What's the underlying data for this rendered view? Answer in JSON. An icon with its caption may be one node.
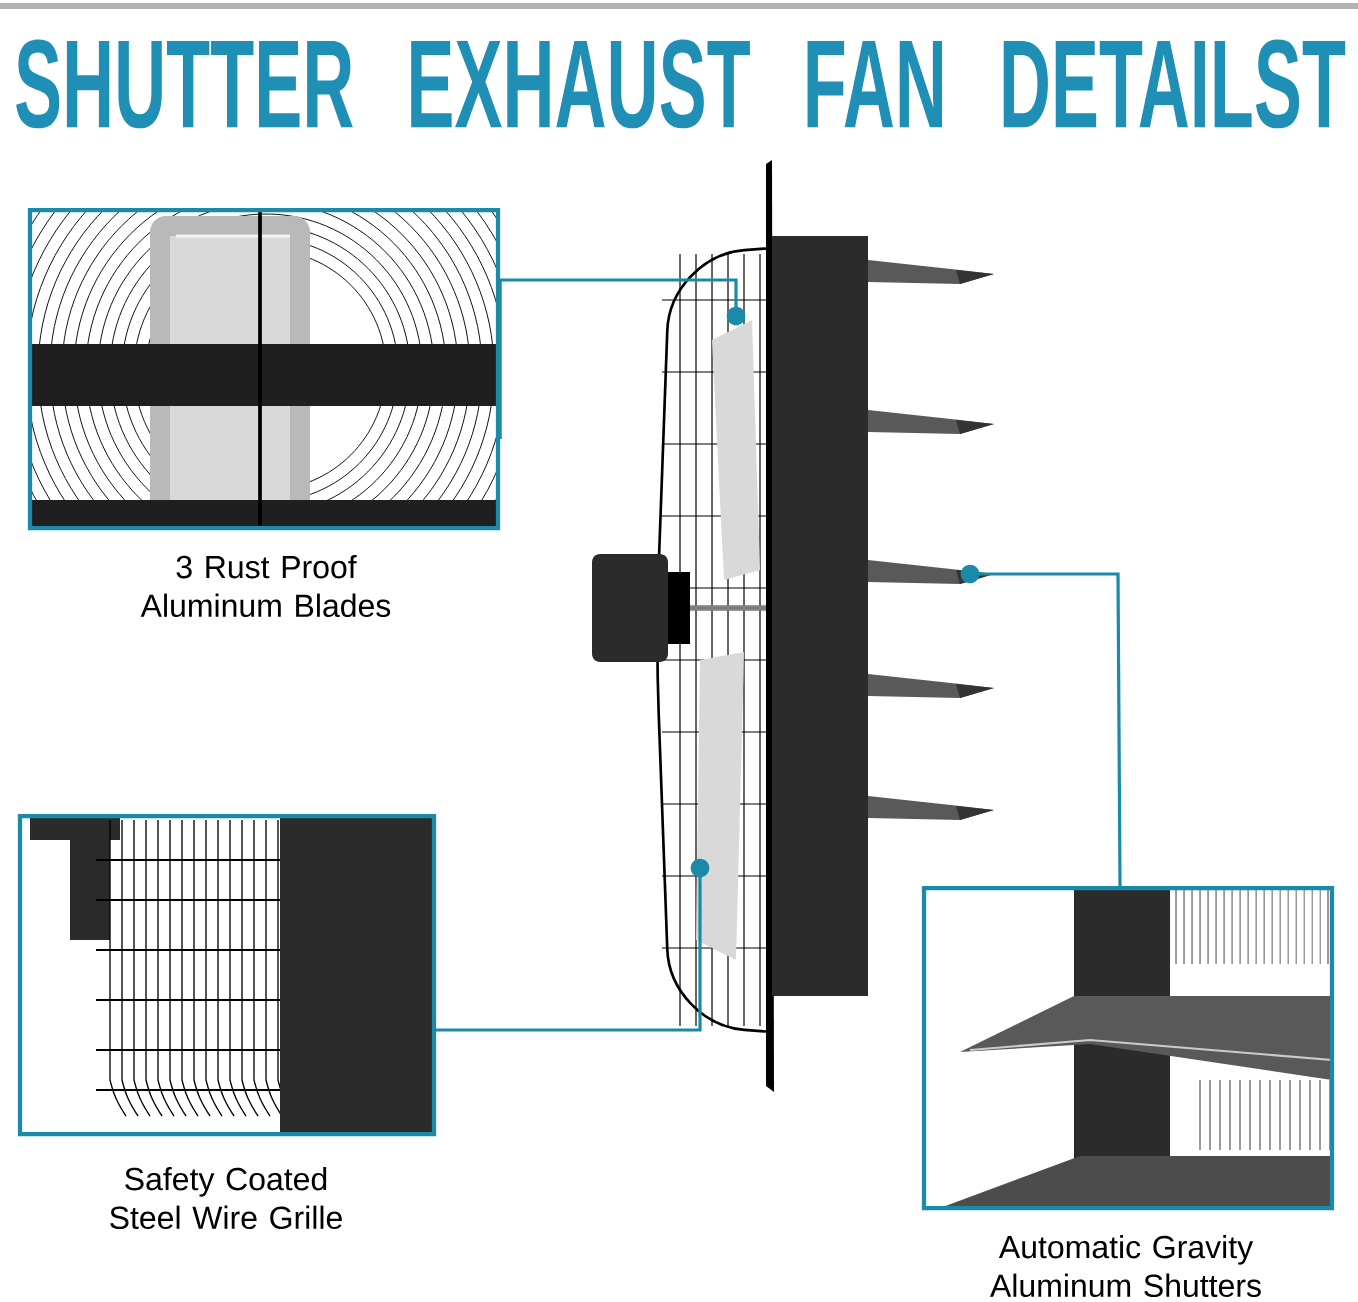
{
  "diagram": {
    "title": "SHUTTER EXHAUST FAN DETAILST",
    "nodes": [
      {
        "text": [
          "3 Rust Proof Aluminum Blades"
        ]
      },
      {
        "text": [
          "Safety Coated Steel Wire Grille"
        ]
      },
      {
        "text": [
          "Automatic Gravity Aluminum Shutters"
        ]
      }
    ],
    "edges": [
      {
        "from": 0,
        "to": null,
        "arrow": "other"
      },
      {
        "from": 1,
        "to": null,
        "arrow": "other"
      },
      {
        "from": 2,
        "to": null,
        "arrow": "other"
      }
    ]
  }
}
